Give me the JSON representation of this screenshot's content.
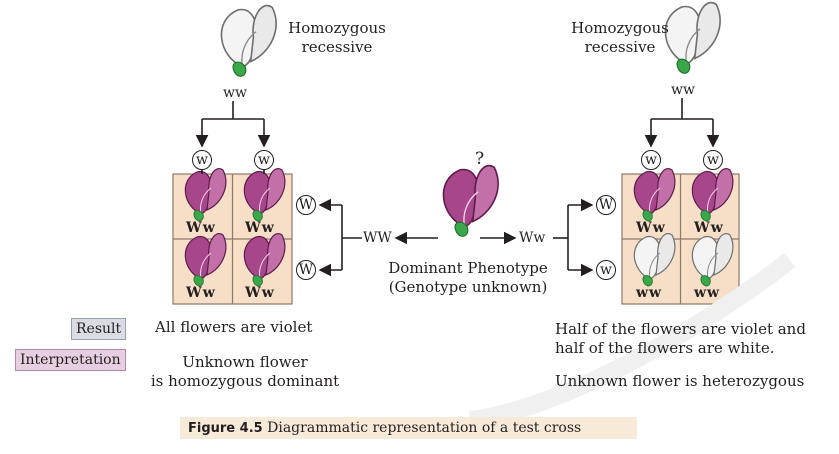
{
  "parents": {
    "left_label": "Homozygous\nrecessive",
    "right_label": "Homozygous\nrecessive",
    "left_genotype": "ww",
    "right_genotype": "ww",
    "unknown_mark": "?",
    "unknown_label_line1": "Dominant Phenotype",
    "unknown_label_line2": "(Genotype unknown)"
  },
  "gametes": {
    "recessive": "w",
    "dominant": "W"
  },
  "crosses": {
    "left_option": "WW",
    "right_option": "Ww",
    "left_cells": [
      "Ww",
      "Ww",
      "Ww",
      "Ww"
    ],
    "right_cells": [
      "Ww",
      "Ww",
      "ww",
      "ww"
    ]
  },
  "result": {
    "tag": "Result",
    "left": "All flowers are violet",
    "right_line1": "Half of the flowers are violet and",
    "right_line2": "half of the flowers are white."
  },
  "interpretation": {
    "tag": "Interpretation",
    "left_line1": "Unknown flower",
    "left_line2": "is homozygous dominant",
    "right": "Unknown flower is heterozygous"
  },
  "caption": {
    "label": "Figure 4.5",
    "text": " Diagrammatic representation of a test cross"
  },
  "colors": {
    "violet": "#9b3b7e",
    "violet_light": "#c98ab4",
    "white_petal": "#f2f2f2",
    "leaf": "#3aa84a",
    "cell_bg": "#f6dfc6"
  }
}
